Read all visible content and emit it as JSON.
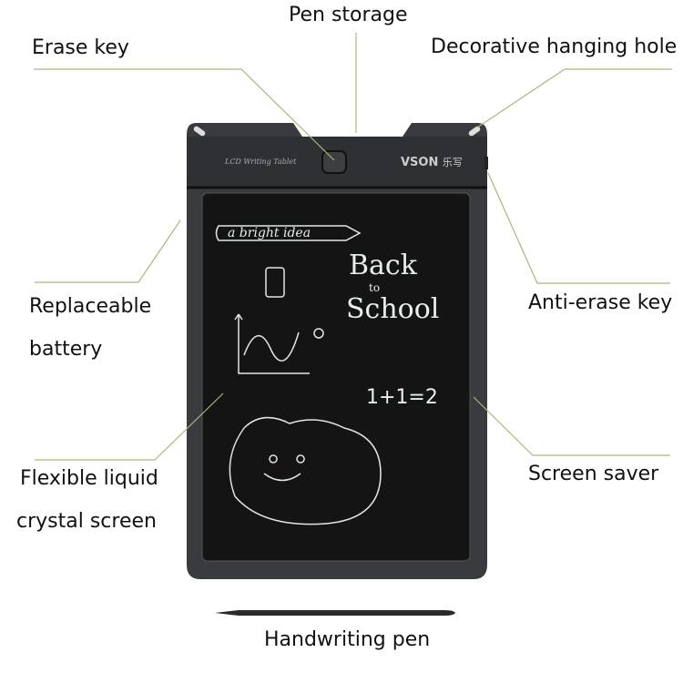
{
  "labels": {
    "pen_storage": "Pen storage",
    "erase_key": "Erase key",
    "hanging_hole": "Decorative hanging hole",
    "battery_1": "Replaceable",
    "battery_2": "battery",
    "anti_erase": "Anti-erase key",
    "flex_1": "Flexible liquid",
    "flex_2": "crystal screen",
    "screen_saver": "Screen saver",
    "pen": "Handwriting pen"
  },
  "device": {
    "model_text": "LCD Writing Tablet",
    "brand": "VSON",
    "brand_cn": "乐写"
  },
  "drawing": {
    "idea": "a bright idea",
    "back": "Back",
    "to": "to",
    "school": "School",
    "math": "1+1=2"
  },
  "colors": {
    "leader_line": "#a9b77c",
    "tablet": "#3a3b3f",
    "screen": "#141414"
  }
}
